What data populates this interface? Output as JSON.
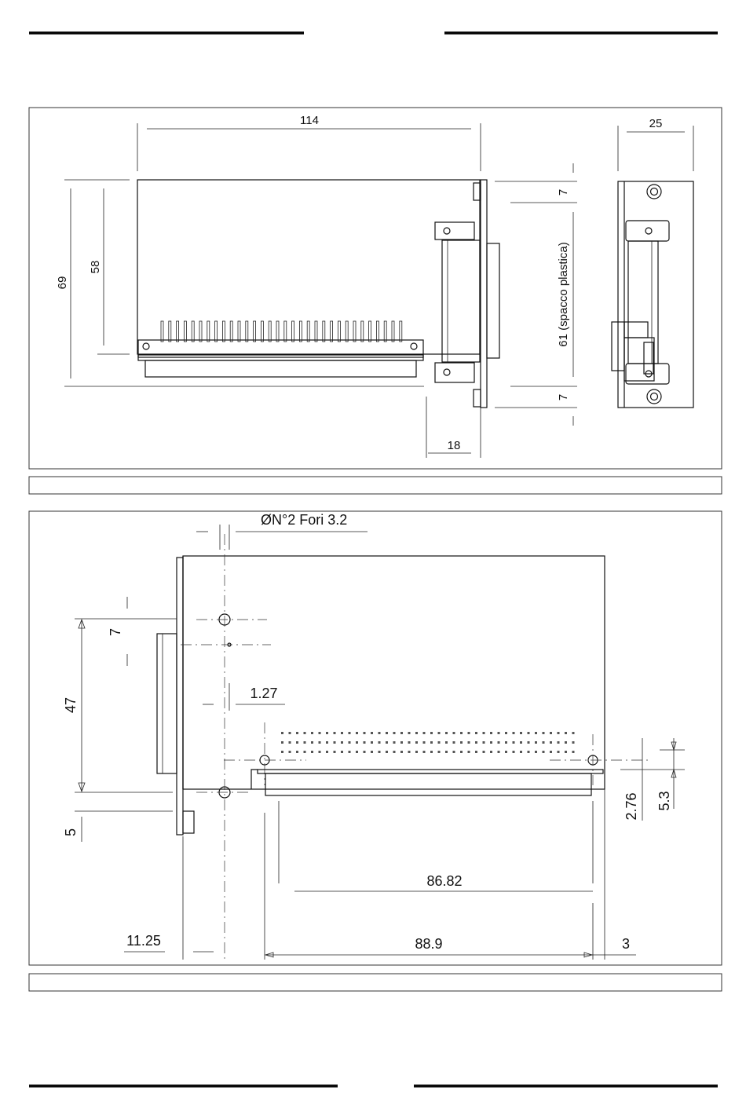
{
  "drawing_top": {
    "dimensions": {
      "width_board": "114",
      "width_side": "25",
      "height_total": "69",
      "height_board": "58",
      "top_gap": "7",
      "bottom_gap": "7",
      "plastic_gap": "61 (spacco plastica)",
      "depth": "18"
    }
  },
  "drawing_bottom": {
    "dimensions": {
      "holes_note": "ØN°2 Fori 3.2",
      "hole_spacing": "7",
      "hole_pitch": "1.27",
      "height_47": "47",
      "offset_5": "5",
      "offset_276": "2.76",
      "offset_53": "5.3",
      "connector_width": "86.82",
      "hole_distance": "88.9",
      "margin_3": "3",
      "left_offset": "11.25"
    }
  },
  "colors": {
    "line": "#111111",
    "background": "#ffffff"
  }
}
